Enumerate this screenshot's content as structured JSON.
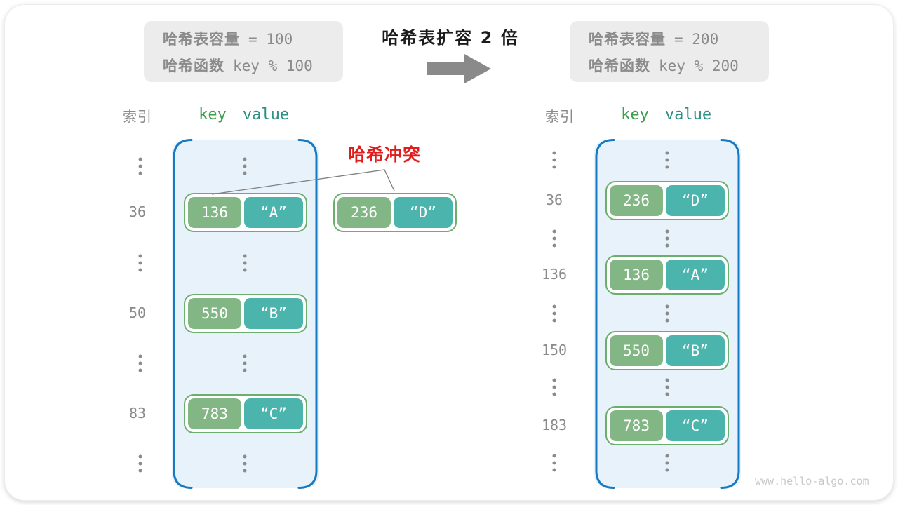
{
  "header": {
    "title": "哈希表扩容 2 倍",
    "before": {
      "cap_label": "哈希表容量",
      "cap_value": "= 100",
      "fn_label": "哈希函数",
      "fn_value": "key % 100"
    },
    "after": {
      "cap_label": "哈希表容量",
      "cap_value": "= 200",
      "fn_label": "哈希函数",
      "fn_value": "key % 200"
    }
  },
  "collision_label": "哈希冲突",
  "standalone_pair": {
    "key": "236",
    "value": "“D”"
  },
  "columns": {
    "left": {
      "index_header": "索引",
      "key_header": "key",
      "value_header": "value",
      "indices": [
        "36",
        "50",
        "83"
      ],
      "pairs": [
        {
          "key": "136",
          "value": "“A”"
        },
        {
          "key": "550",
          "value": "“B”"
        },
        {
          "key": "783",
          "value": "“C”"
        }
      ]
    },
    "right": {
      "index_header": "索引",
      "key_header": "key",
      "value_header": "value",
      "indices": [
        "36",
        "136",
        "150",
        "183"
      ],
      "pairs": [
        {
          "key": "236",
          "value": "“D”"
        },
        {
          "key": "136",
          "value": "“A”"
        },
        {
          "key": "550",
          "value": "“B”"
        },
        {
          "key": "783",
          "value": "“C”"
        }
      ]
    }
  },
  "watermark": "www.hello-algo.com",
  "colors": {
    "key_fill": "#82b684",
    "value_fill": "#4ab4ad",
    "pair_border": "#6cae6e",
    "bucket_border": "#1779c1",
    "bucket_fill": "#e7f2fa",
    "collision_red": "#e01d1d",
    "gray_text": "#8b8b8b",
    "info_box_bg": "#ececec",
    "arrow_gray": "#8a8a8a",
    "key_header_green": "#3f9e4e",
    "value_header_teal": "#2e9183"
  }
}
